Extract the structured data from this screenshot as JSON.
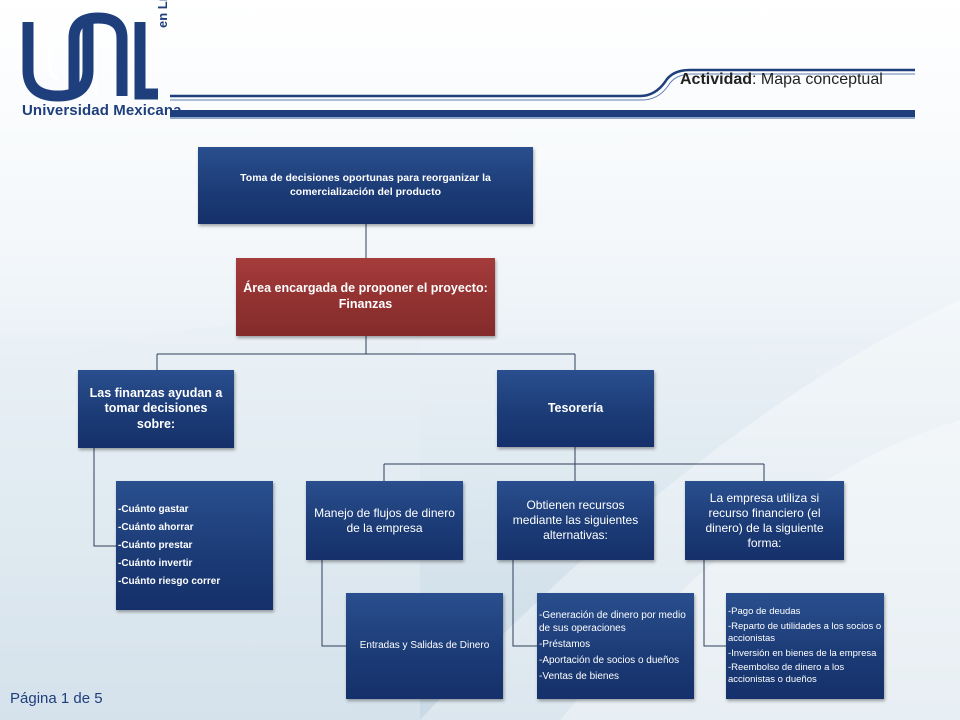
{
  "header": {
    "logo_text": "Universidad Mexicana",
    "logo_side_text": "en Línea",
    "activity_label": "Actividad",
    "activity_separator": ":",
    "activity_title": "Mapa conceptual"
  },
  "diagram": {
    "root": "Toma de decisiones oportunas para reorganizar la comercialización del producto",
    "area": "Área encargada de proponer el proyecto: Finanzas",
    "finanzas_help": "Las finanzas ayudan a tomar decisiones sobre:",
    "finanzas_list": [
      "-Cuánto gastar",
      "-Cuánto ahorrar",
      "-Cuánto prestar",
      "-Cuánto invertir",
      "-Cuánto riesgo correr"
    ],
    "tesoreria": "Tesorería",
    "manejo": "Manejo de flujos de dinero de la empresa",
    "manejo_detail": "Entradas y Salidas de Dinero",
    "recursos": "Obtienen recursos mediante las siguientes alternativas:",
    "recursos_list": [
      "-Generación de dinero por medio de sus operaciones",
      "-Préstamos",
      "-Aportación de socios o dueños",
      "-Ventas de bienes"
    ],
    "utiliza": "La empresa utiliza si recurso financiero (el dinero) de la siguiente forma:",
    "utiliza_list": [
      "-Pago de deudas",
      "-Reparto de utilidades a los socios o accionistas",
      "-Inversión en bienes de la empresa",
      "-Reembolso de dinero a los accionistas o dueños"
    ]
  },
  "footer": {
    "page_number": "Página 1 de 5"
  },
  "colors": {
    "box_blue": "#1c3c77",
    "box_red": "#923131",
    "brand_blue": "#1f3f7c"
  }
}
